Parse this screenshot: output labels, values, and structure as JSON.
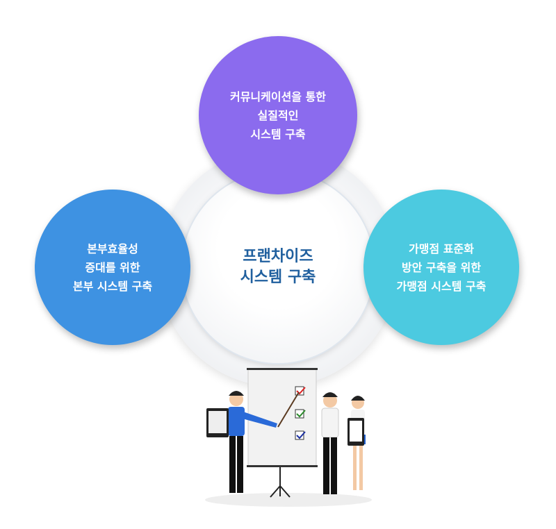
{
  "center": {
    "lines": [
      "프랜차이즈",
      "시스템 구축"
    ]
  },
  "top": {
    "lines": [
      "커뮤니케이션을 통한",
      "실질적인",
      "시스템 구축"
    ]
  },
  "left": {
    "lines": [
      "본부효율성",
      "증대를 위한",
      "본부 시스템 구축"
    ]
  },
  "right": {
    "lines": [
      "가맹점 표준화",
      "방안 구축을 위한",
      "가맹점 시스템 구축"
    ]
  },
  "colors": {
    "top": "#8b6bee",
    "left": "#3e92e2",
    "right": "#4ccae0",
    "center_text": "#1f5f9e"
  }
}
